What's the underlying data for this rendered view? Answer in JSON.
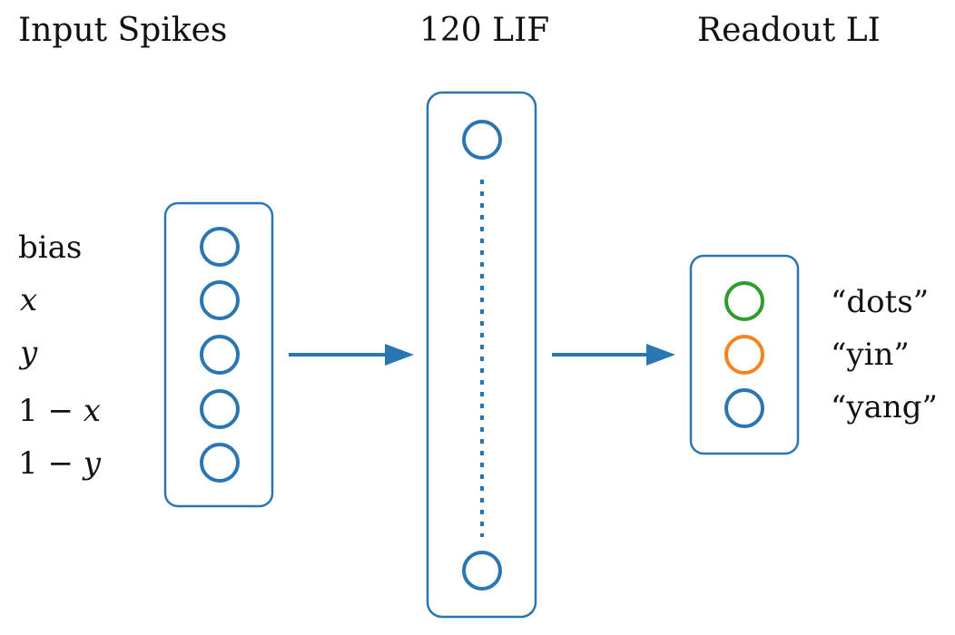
{
  "columns": {
    "input": {
      "title": "Input Spikes"
    },
    "hidden": {
      "title": "120 LIF"
    },
    "readout": {
      "title": "Readout LI"
    }
  },
  "input_labels": [
    {
      "text": "bias",
      "math": false
    },
    {
      "text": "x",
      "math": true
    },
    {
      "text": "y",
      "math": true
    },
    {
      "pre": "1 − ",
      "var": "x",
      "math": true
    },
    {
      "pre": "1 − ",
      "var": "y",
      "math": true
    }
  ],
  "readout_labels": [
    "“dots”",
    "“yin”",
    "“yang”"
  ],
  "colors": {
    "primary": "#2a76b2",
    "green": "#2f9a2f",
    "orange": "#f5831f",
    "text": "#111111"
  }
}
